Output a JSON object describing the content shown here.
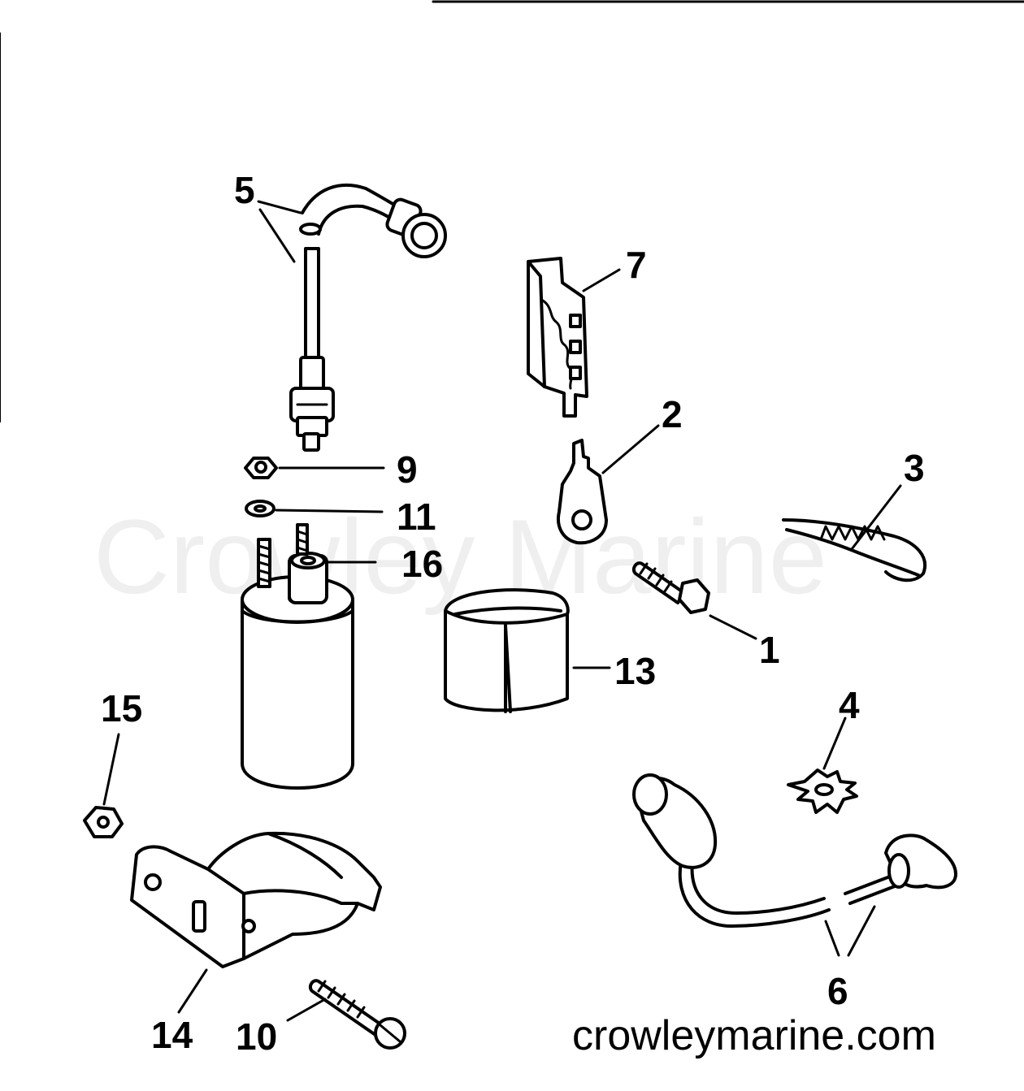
{
  "watermark": "Crowley Marine",
  "site_url": "crowleymarine.com",
  "callouts": {
    "p1": "1",
    "p2": "2",
    "p3": "3",
    "p4": "4",
    "p5": "5",
    "p6": "6",
    "p7": "7",
    "p9": "9",
    "p10": "10",
    "p11": "11",
    "p13": "13",
    "p14": "14",
    "p15": "15",
    "p16": "16"
  }
}
